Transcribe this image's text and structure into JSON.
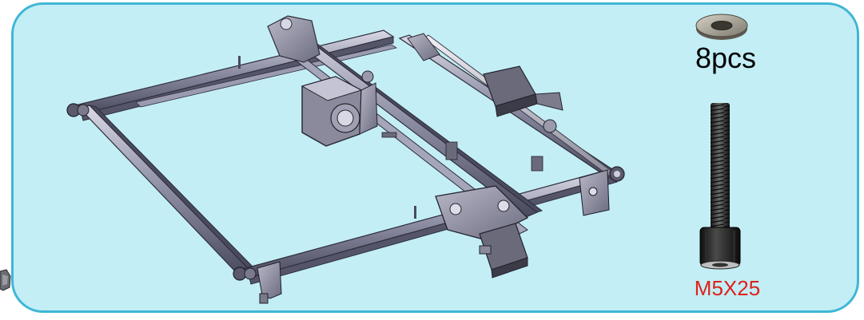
{
  "parts": {
    "washer": {
      "icon": "washer-icon",
      "quantity_label": "8pcs"
    },
    "screw": {
      "icon": "socket-head-screw-icon",
      "size_label": "M5X25"
    }
  },
  "assembly": {
    "icon": "xy-gantry-frame-illustration"
  },
  "colors": {
    "panel_fill": "#c3eef5",
    "panel_border": "#3fb6d6",
    "screw_label": "#e0201b"
  }
}
